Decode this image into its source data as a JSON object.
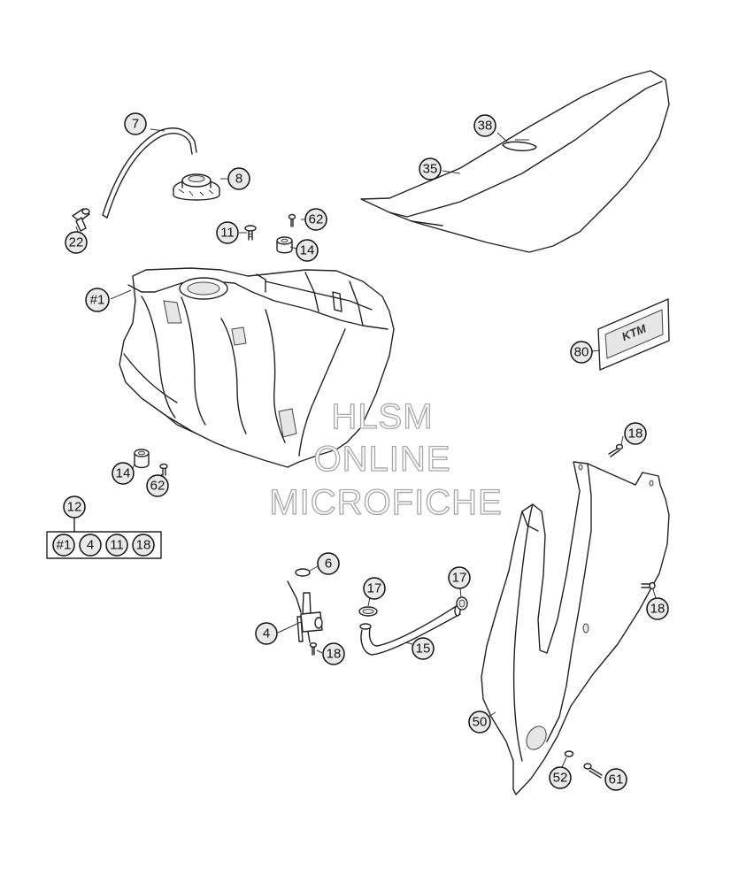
{
  "watermark": [
    "HLSM",
    "ONLINE",
    "MICROFICHE"
  ],
  "callouts": {
    "c7": "7",
    "c8": "8",
    "c22": "22",
    "c11": "11",
    "c62a": "62",
    "c14a": "14",
    "c38": "38",
    "c35": "35",
    "c1": "#1",
    "c80": "80",
    "c14b": "14",
    "c62b": "62",
    "c18a": "18",
    "c12": "12",
    "c6": "6",
    "c17a": "17",
    "c17b": "17",
    "c4": "4",
    "c18b": "18",
    "c15": "15",
    "c18c": "18",
    "c50": "50",
    "c52": "52",
    "c61": "61"
  },
  "kit": [
    "#1",
    "4",
    "11",
    "18"
  ],
  "decal_text": "KTM"
}
